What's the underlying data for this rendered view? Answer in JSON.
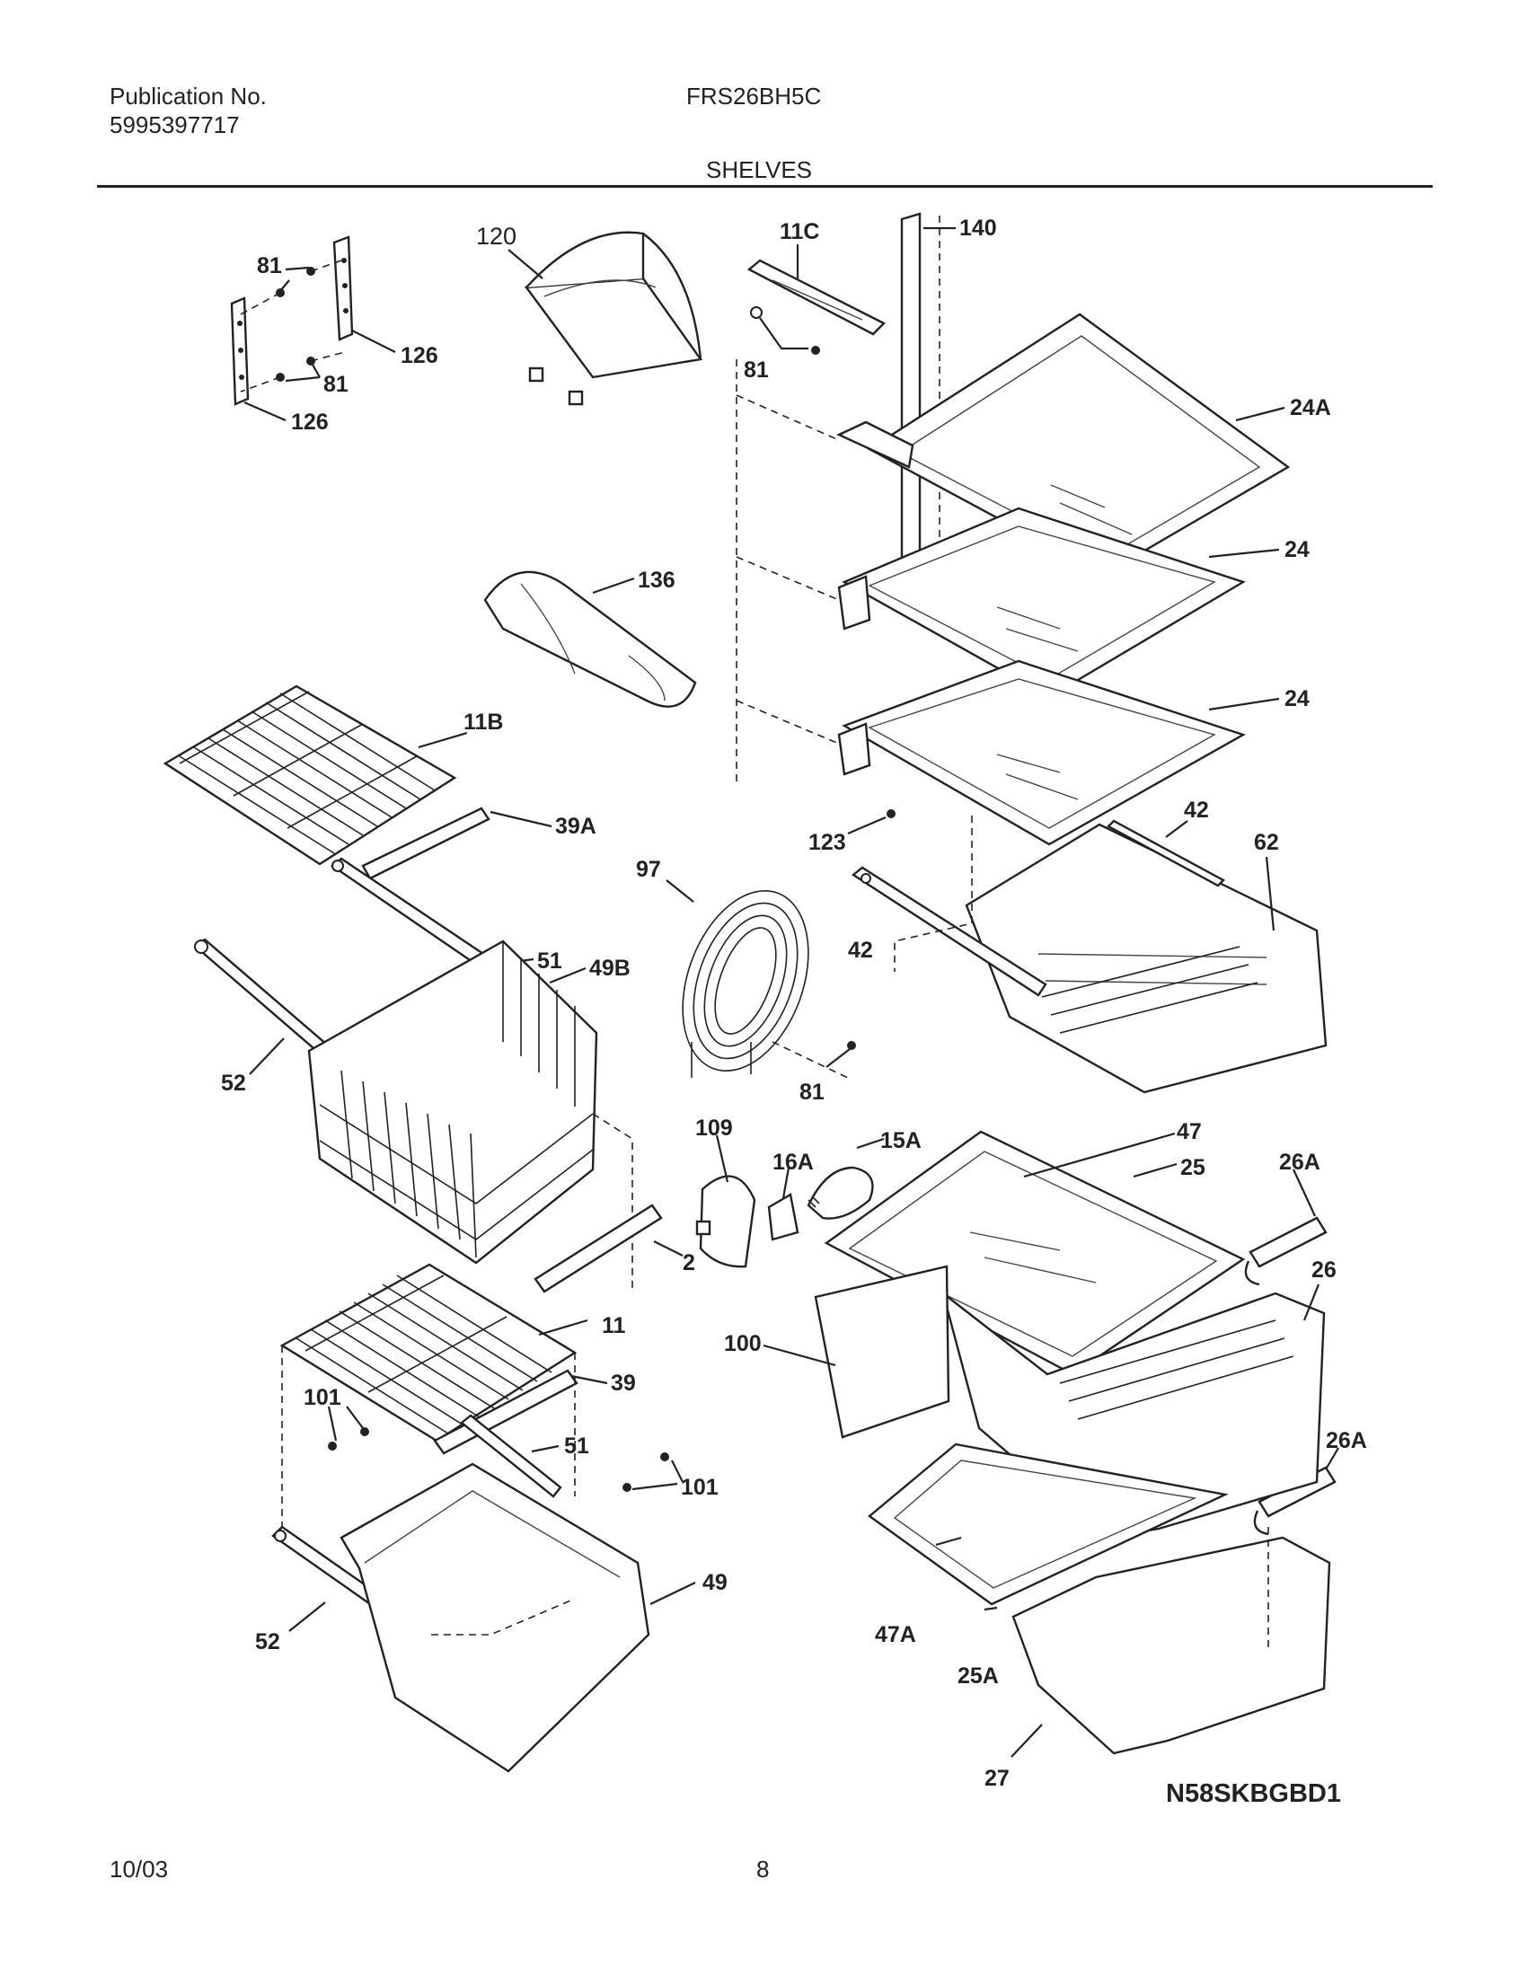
{
  "header": {
    "publication_label": "Publication No.",
    "publication_number": "5995397717",
    "model": "FRS26BH5C",
    "section_title": "SHELVES"
  },
  "footer": {
    "date": "10/03",
    "page": "8",
    "diagram_code": "N58SKBGBD1"
  },
  "callouts": {
    "p81a": "81",
    "p126a": "126",
    "p81b": "81",
    "p126b": "126",
    "p120": "120",
    "p11c": "11C",
    "p81c": "81",
    "p140": "140",
    "p24a": "24A",
    "p24_1": "24",
    "p24_2": "24",
    "p136": "136",
    "p11b": "11B",
    "p39a": "39A",
    "p123": "123",
    "p42a": "42",
    "p62": "62",
    "p97": "97",
    "p42b": "42",
    "p51a": "51",
    "p49b": "49B",
    "p52a": "52",
    "p81d": "81",
    "p109": "109",
    "p15a": "15A",
    "p16a": "16A",
    "p47": "47",
    "p25": "25",
    "p26a_1": "26A",
    "p2": "2",
    "p26": "26",
    "p11": "11",
    "p100": "100",
    "p39": "39",
    "p101a": "101",
    "p51b": "51",
    "p26a_2": "26A",
    "p101b": "101",
    "p52b": "52",
    "p49": "49",
    "p47a": "47A",
    "p25a": "25A",
    "p27": "27"
  }
}
